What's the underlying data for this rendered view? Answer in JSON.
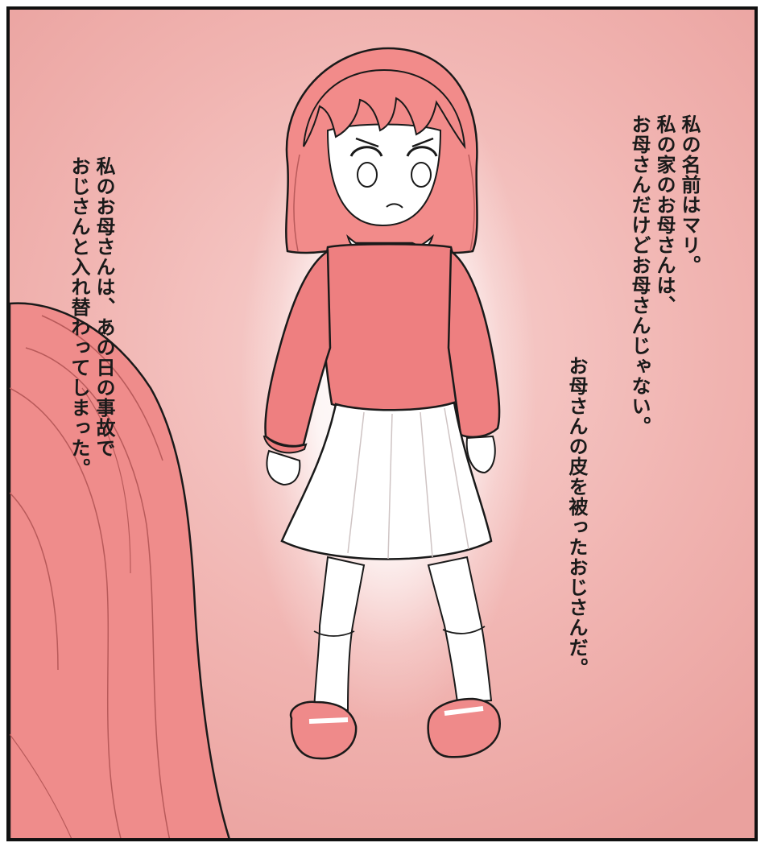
{
  "captions": {
    "right_top": [
      "私の名前はマリ。",
      "私の家のお母さんは、",
      "お母さんだけどお母さんじゃない。"
    ],
    "right_bottom": [
      "お母さんの皮を被ったおじさんだ。"
    ],
    "left": [
      "私のお母さんは、あの日の事故で",
      "おじさんと入れ替わってしまった。"
    ]
  },
  "colors": {
    "hair": "#f28b8a",
    "sweater": "#ee7f80",
    "shoes": "#ef8a8a",
    "line": "#1a1a1a",
    "background": "#f1b5b2"
  }
}
